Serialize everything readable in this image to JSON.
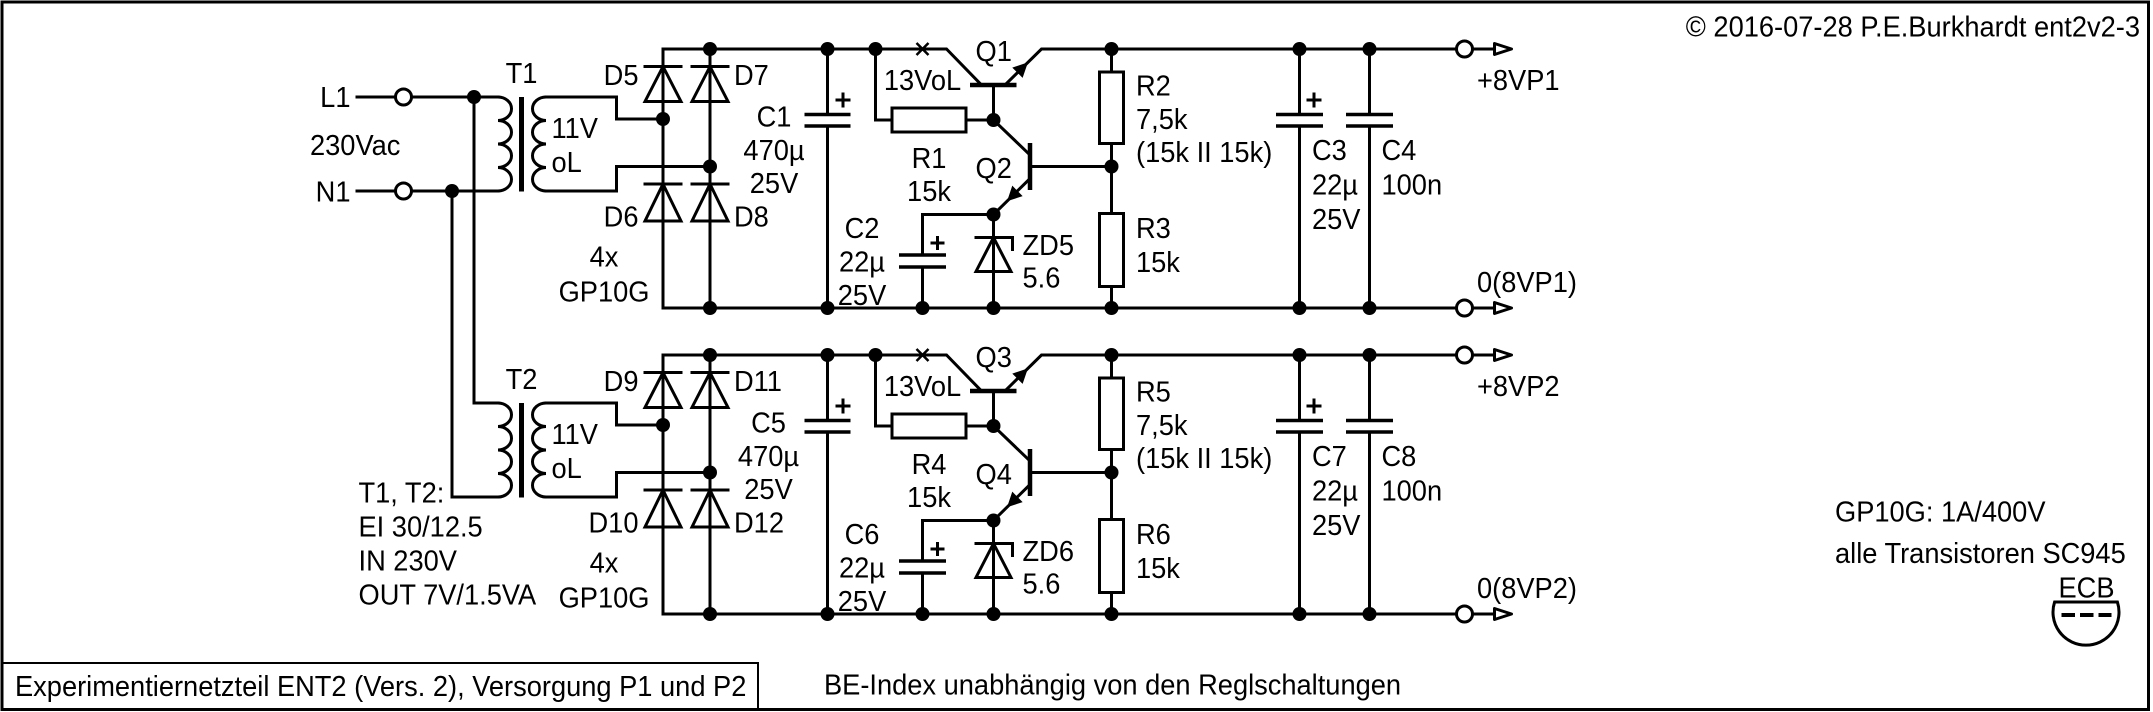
{
  "document": {
    "copyright": "© 2016-07-28 P.E.Burkhardt ent2v2-3",
    "title": "Experimentiernetzteil ENT2 (Vers. 2), Versorgung P1 und P2",
    "footnote": "BE-Index unabhängig von den Reglschaltungen"
  },
  "mains_input": {
    "line_terminal": "L1",
    "neutral_terminal": "N1",
    "voltage": "230Vac"
  },
  "transformer_spec": [
    "T1, T2:",
    "EI 30/12.5",
    "IN 230V",
    "OUT 7V/1.5VA"
  ],
  "notes": {
    "diode_rating": "GP10G: 1A/400V",
    "transistor_type": "alle Transistoren SC945",
    "pinout": "ECB"
  },
  "supplies": [
    {
      "transformer": {
        "ref": "T1",
        "secondary_voltage": "11V",
        "load_state": "oL"
      },
      "rectifier": {
        "diode_top_left": "D5",
        "diode_top_right": "D7",
        "diode_bottom_left": "D6",
        "diode_bottom_right": "D8",
        "quantity": "4x",
        "part": "GP10G"
      },
      "reservoir_capacitor": {
        "ref": "C1",
        "value": "470µ",
        "voltage": "25V"
      },
      "idle_voltage_label": "13VoL",
      "base_resistor": {
        "ref": "R1",
        "value": "15k"
      },
      "pass_transistor": {
        "ref": "Q1"
      },
      "regulator_transistor": {
        "ref": "Q2"
      },
      "reference_capacitor": {
        "ref": "C2",
        "value": "22µ",
        "voltage": "25V"
      },
      "zener_diode": {
        "ref": "ZD5",
        "value": "5.6"
      },
      "divider_upper": {
        "ref": "R2",
        "value": "7,5k",
        "composition": "(15k II 15k)"
      },
      "divider_lower": {
        "ref": "R3",
        "value": "15k"
      },
      "output_capacitor": {
        "ref": "C3",
        "value": "22µ",
        "voltage": "25V"
      },
      "bypass_capacitor": {
        "ref": "C4",
        "value": "100n"
      },
      "outputs": {
        "positive": "+8VP1",
        "ground": "0(8VP1)"
      }
    },
    {
      "transformer": {
        "ref": "T2",
        "secondary_voltage": "11V",
        "load_state": "oL"
      },
      "rectifier": {
        "diode_top_left": "D9",
        "diode_top_right": "D11",
        "diode_bottom_left": "D10",
        "diode_bottom_right": "D12",
        "quantity": "4x",
        "part": "GP10G"
      },
      "reservoir_capacitor": {
        "ref": "C5",
        "value": "470µ",
        "voltage": "25V"
      },
      "idle_voltage_label": "13VoL",
      "base_resistor": {
        "ref": "R4",
        "value": "15k"
      },
      "pass_transistor": {
        "ref": "Q3"
      },
      "regulator_transistor": {
        "ref": "Q4"
      },
      "reference_capacitor": {
        "ref": "C6",
        "value": "22µ",
        "voltage": "25V"
      },
      "zener_diode": {
        "ref": "ZD6",
        "value": "5.6"
      },
      "divider_upper": {
        "ref": "R5",
        "value": "7,5k",
        "composition": "(15k II 15k)"
      },
      "divider_lower": {
        "ref": "R6",
        "value": "15k"
      },
      "output_capacitor": {
        "ref": "C7",
        "value": "22µ",
        "voltage": "25V"
      },
      "bypass_capacitor": {
        "ref": "C8",
        "value": "100n"
      },
      "outputs": {
        "positive": "+8VP2",
        "ground": "0(8VP2)"
      }
    }
  ]
}
